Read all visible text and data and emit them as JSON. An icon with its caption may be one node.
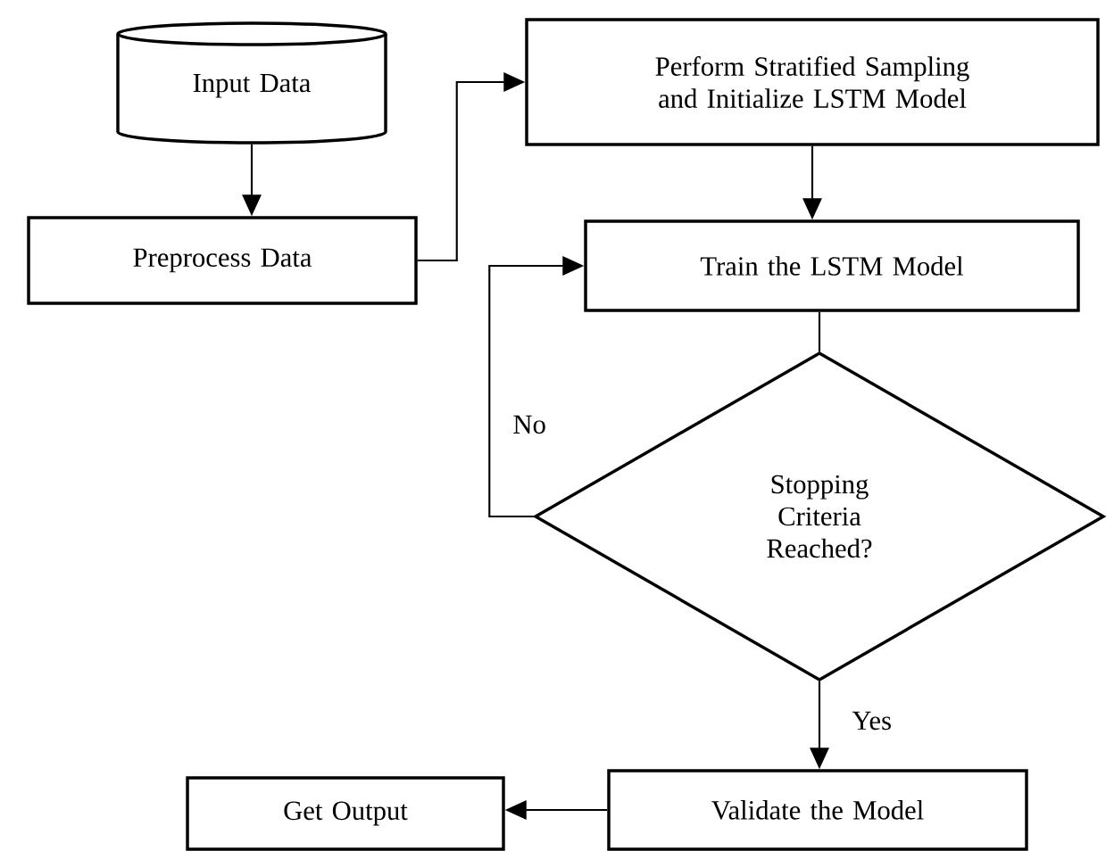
{
  "diagram": {
    "nodes": [
      {
        "text": [
          "Input Data"
        ]
      },
      {
        "text": [
          "Preprocess Data"
        ]
      },
      {
        "text": [
          "Perform Stratified Sampling and Initialize LSTM Model"
        ]
      },
      {
        "text": [
          "Train the LSTM Model"
        ]
      },
      {
        "text": [
          "Stopping Criteria Reached?"
        ]
      },
      {
        "text": [
          "Validate the Model"
        ]
      },
      {
        "text": [
          "Get Output"
        ]
      }
    ],
    "edges": [
      {
        "from": 0,
        "to": 1,
        "arrow": "to"
      },
      {
        "from": 1,
        "to": 2,
        "arrow": "to"
      },
      {
        "from": 2,
        "to": 3,
        "arrow": "to"
      },
      {
        "from": 3,
        "to": 4,
        "arrow": "none"
      },
      {
        "from": 4,
        "to": 3,
        "arrow": "to",
        "label": "No"
      },
      {
        "from": 4,
        "to": 5,
        "arrow": "to",
        "label": "Yes"
      },
      {
        "from": 5,
        "to": 6,
        "arrow": "to"
      }
    ]
  }
}
